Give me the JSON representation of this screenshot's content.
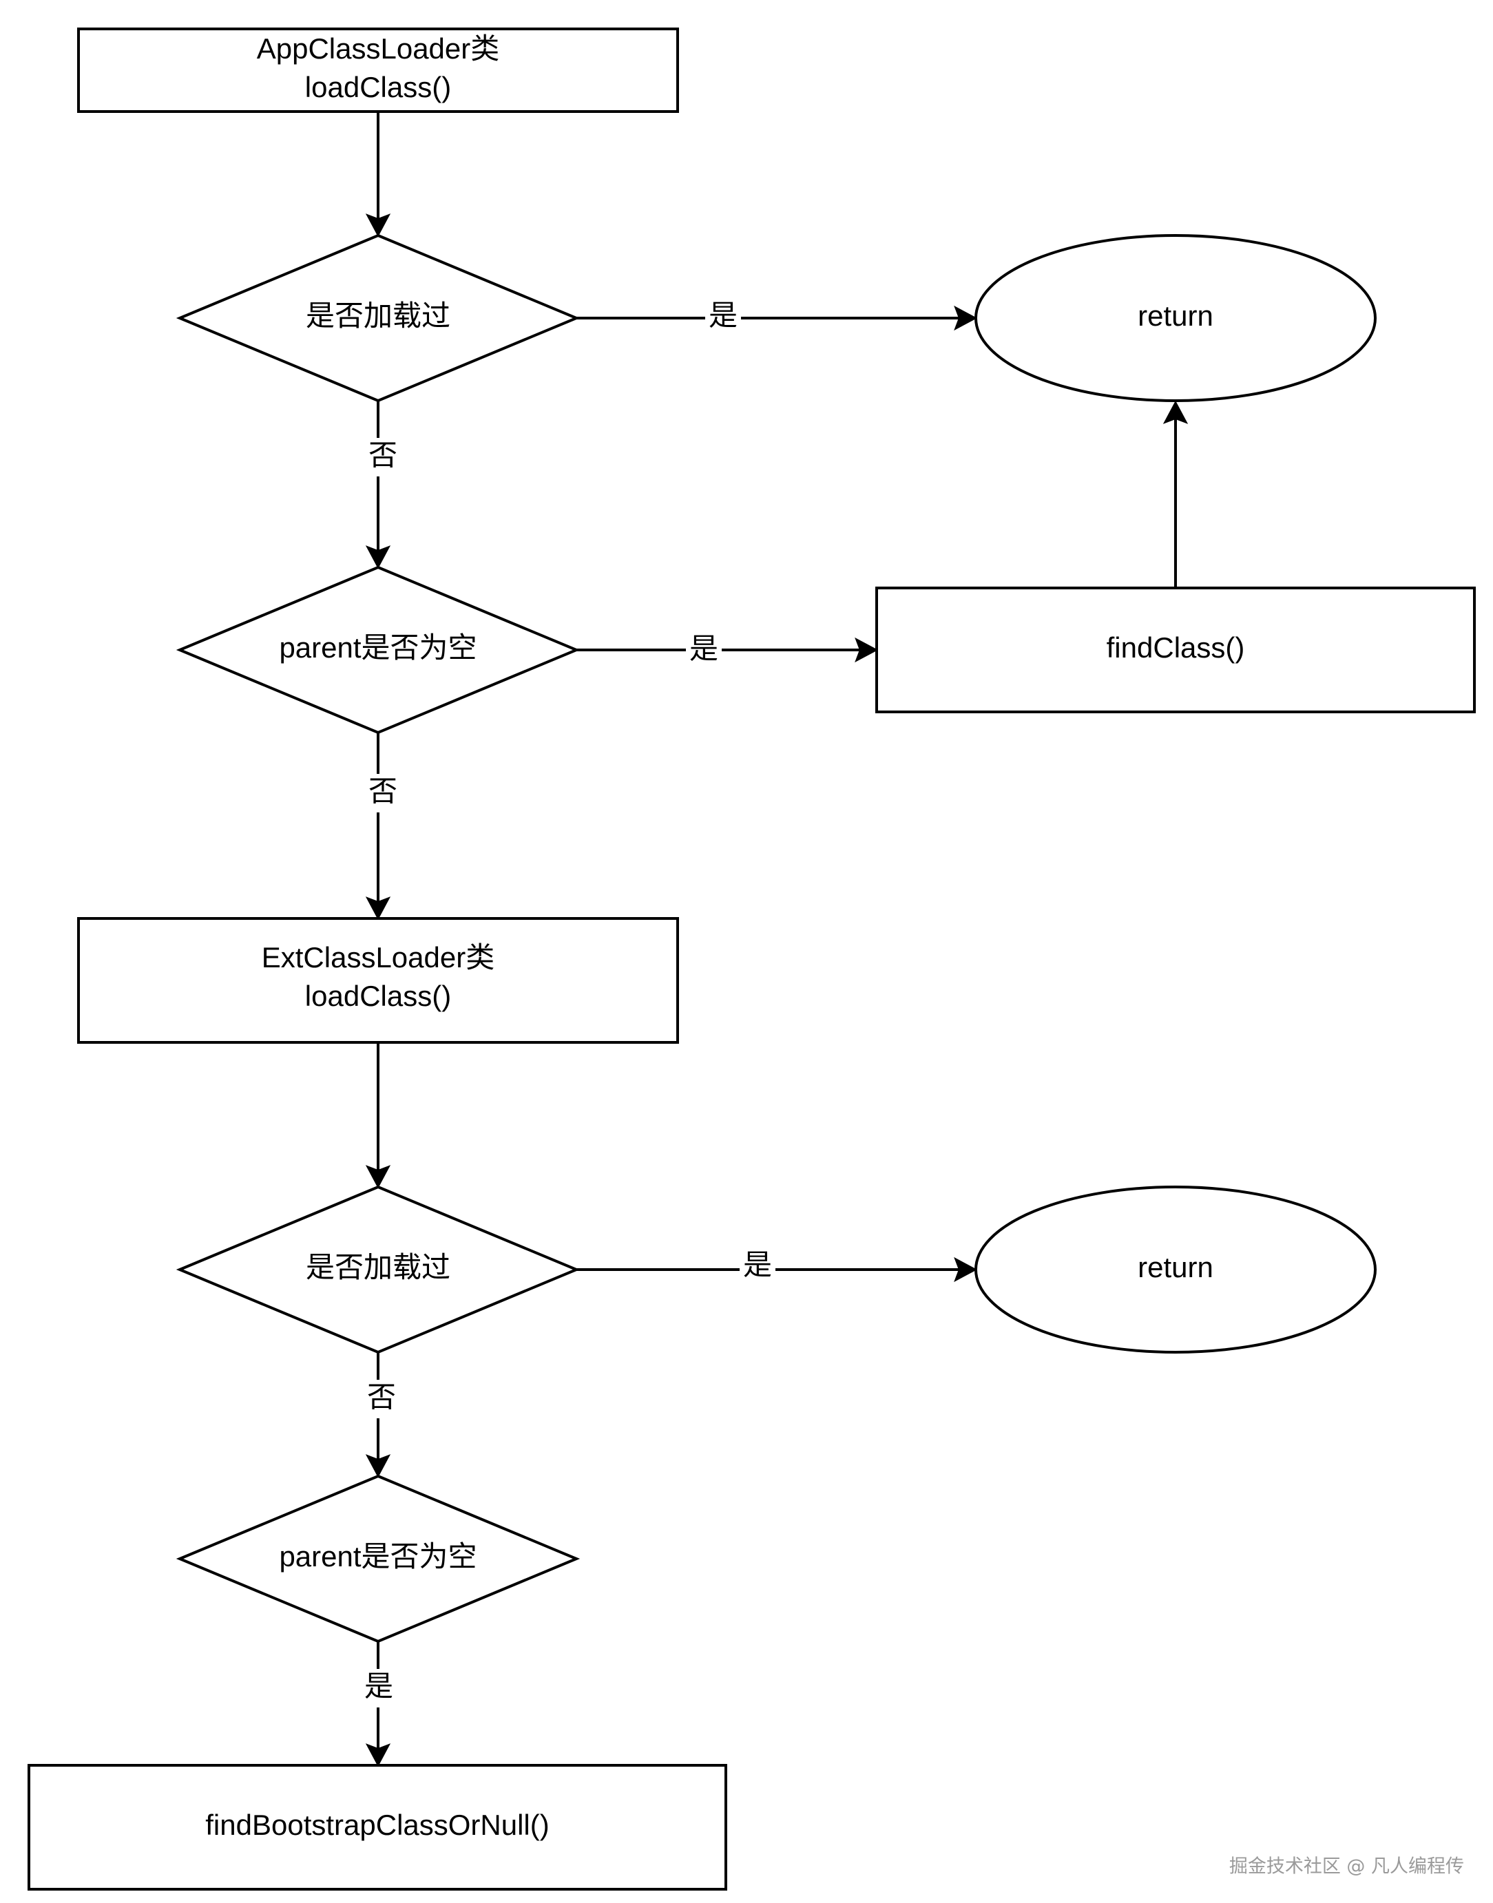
{
  "diagram": {
    "nodes": {
      "app_loader": {
        "lines": [
          "AppClassLoader类",
          "loadClass()"
        ]
      },
      "app_loaded_check": {
        "lines": [
          "是否加载过"
        ]
      },
      "app_return": {
        "lines": [
          "return"
        ]
      },
      "app_parent_check": {
        "lines": [
          "parent是否为空"
        ]
      },
      "find_class": {
        "lines": [
          "findClass()"
        ]
      },
      "ext_loader": {
        "lines": [
          "ExtClassLoader类",
          "loadClass()"
        ]
      },
      "ext_loaded_check": {
        "lines": [
          "是否加载过"
        ]
      },
      "ext_return": {
        "lines": [
          "return"
        ]
      },
      "ext_parent_check": {
        "lines": [
          "parent是否为空"
        ]
      },
      "bootstrap": {
        "lines": [
          "findBootstrapClassOrNull()"
        ]
      }
    },
    "edges": [
      {
        "id": "app-loader-to-loaded-check",
        "label": ""
      },
      {
        "id": "app-loaded-yes",
        "label": "是"
      },
      {
        "id": "app-loaded-no",
        "label": "否"
      },
      {
        "id": "app-parent-yes",
        "label": "是"
      },
      {
        "id": "find-class-to-return",
        "label": ""
      },
      {
        "id": "app-parent-no",
        "label": "否"
      },
      {
        "id": "ext-loader-to-loaded-check",
        "label": ""
      },
      {
        "id": "ext-loaded-yes",
        "label": "是"
      },
      {
        "id": "ext-loaded-no",
        "label": "否"
      },
      {
        "id": "ext-parent-yes",
        "label": "是"
      }
    ]
  },
  "watermark": "掘金技术社区 @ 凡人编程传"
}
